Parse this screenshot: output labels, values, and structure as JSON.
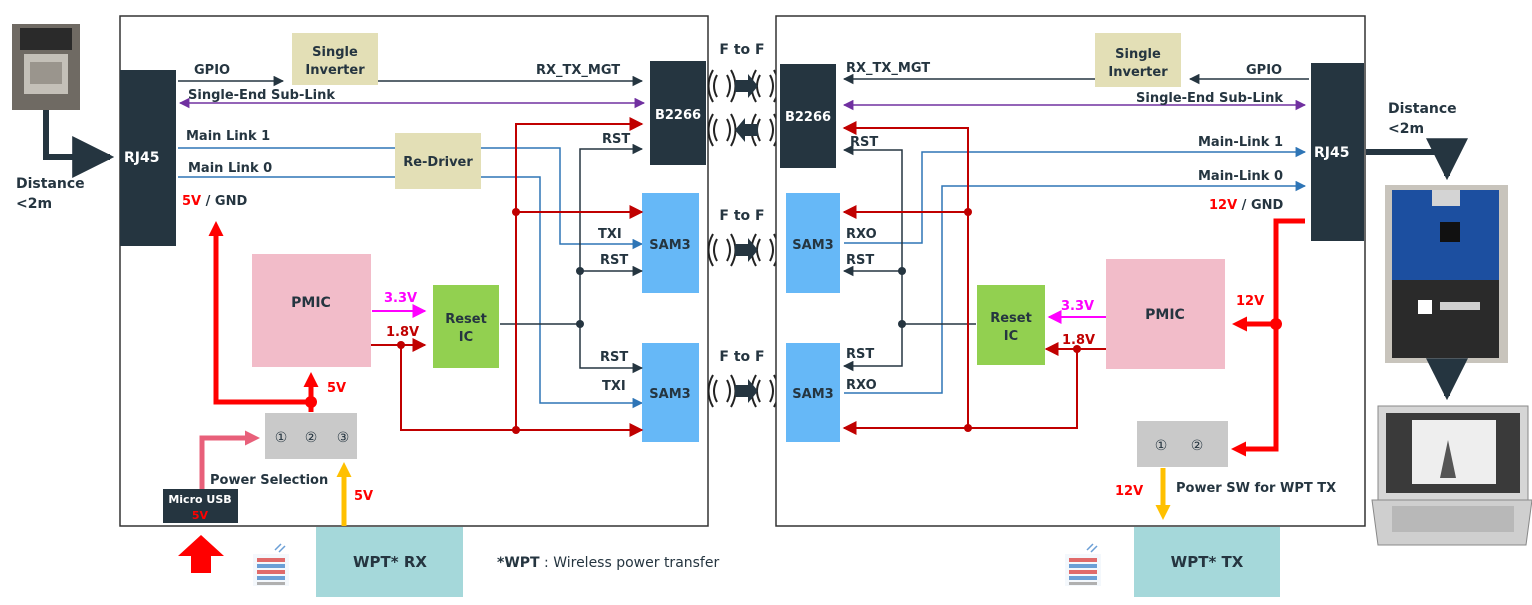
{
  "left": {
    "rj45": "RJ45",
    "gpio": "GPIO",
    "single_inverter": [
      "Single",
      "Inverter"
    ],
    "rx_tx_mgt": "RX_TX_MGT",
    "single_end_sub_link": "Single-End Sub-Link",
    "main_link_1": "Main Link 1",
    "main_link_0": "Main Link 0",
    "re_driver": "Re-Driver",
    "b2266": "B2266",
    "rst_b2266": "RST",
    "power_5v": "5V",
    "power_gnd": " / GND",
    "pmic": "PMIC",
    "v33": "3.3V",
    "v18": "1.8V",
    "reset_ic": [
      "Reset",
      "IC"
    ],
    "sam3_top": "SAM3",
    "sam3_bottom": "SAM3",
    "txi_top": "TXI",
    "rst_top": "RST",
    "rst_bottom": "RST",
    "txi_bottom": "TXI",
    "pmic_in_5v": "5V",
    "power_selection": "Power Selection",
    "selector_pins": [
      "①",
      "②",
      "③"
    ],
    "micro_usb": "Micro USB",
    "micro_usb_5v": "5V",
    "wpt_rx_5v": "5V",
    "wpt_rx": "WPT* RX",
    "distance": [
      "Distance",
      "<2m"
    ]
  },
  "middle": {
    "f_to_f": [
      "F to F",
      "F to F",
      "F to F"
    ]
  },
  "right": {
    "b2266": "B2266",
    "rx_tx_mgt": "RX_TX_MGT",
    "single_inverter": [
      "Single",
      "Inverter"
    ],
    "gpio": "GPIO",
    "single_end_sub_link": "Single-End Sub-Link",
    "rj45": "RJ45",
    "rst_b2266": "RST",
    "main_link_1": "Main-Link 1",
    "main_link_0": "Main-Link 0",
    "power_12v": "12V",
    "power_gnd": " / GND",
    "sam3_top": "SAM3",
    "sam3_bottom": "SAM3",
    "rxo_top": "RXO",
    "rst_top": "RST",
    "rst_bottom": "RST",
    "rxo_bottom": "RXO",
    "reset_ic": [
      "Reset",
      "IC"
    ],
    "pmic": "PMIC",
    "v33": "3.3V",
    "v18": "1.8V",
    "pmic_in_12v": "12V",
    "selector_pins": [
      "①",
      "②"
    ],
    "power_sw": "Power SW for WPT TX",
    "wpt_tx_12v": "12V",
    "wpt_tx": "WPT* TX",
    "distance": [
      "Distance",
      "<2m"
    ]
  },
  "footnote": {
    "term": "*WPT",
    "definition": " : Wireless power transfer"
  },
  "colors": {
    "navy": "#253540",
    "khaki": "#e3dfb6",
    "blue_block": "#66b8f7",
    "pink_block": "#f2bcc9",
    "green_block": "#92d050",
    "grey_block": "#c9c9c9",
    "teal_block": "#a5d8da",
    "red_power": "#ff0000",
    "dark_red": "#c00000",
    "signal_blue": "#2e75b6",
    "purple": "#7030a0",
    "magenta": "#ff00ff",
    "yellow": "#ffc000",
    "pink_arrow": "#e8607a"
  },
  "icons": [
    "camera-photo",
    "wireless-coil-icon",
    "coupler-icon",
    "board-photo",
    "laptop-photo"
  ]
}
